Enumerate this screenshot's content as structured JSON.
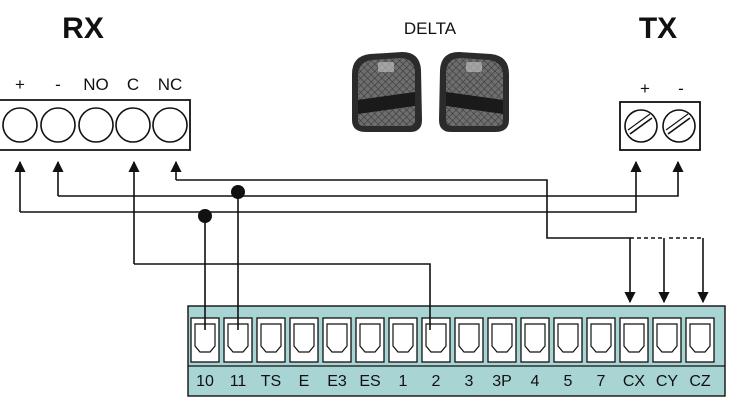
{
  "rx": {
    "title": "RX",
    "terminals": [
      "+",
      "-",
      "NO",
      "C",
      "NC"
    ]
  },
  "tx": {
    "title": "TX",
    "terminals": [
      "+",
      "-"
    ]
  },
  "delta": {
    "label": "DELTA"
  },
  "control_board": {
    "terminals": [
      "10",
      "11",
      "TS",
      "E",
      "E3",
      "ES",
      "1",
      "2",
      "3",
      "3P",
      "4",
      "5",
      "7",
      "CX",
      "CY",
      "CZ"
    ]
  },
  "colors": {
    "board_fill": "#a9d4d4",
    "line": "#111111",
    "device_dark": "#2a2a2a",
    "device_mid": "#8a8a8a"
  }
}
